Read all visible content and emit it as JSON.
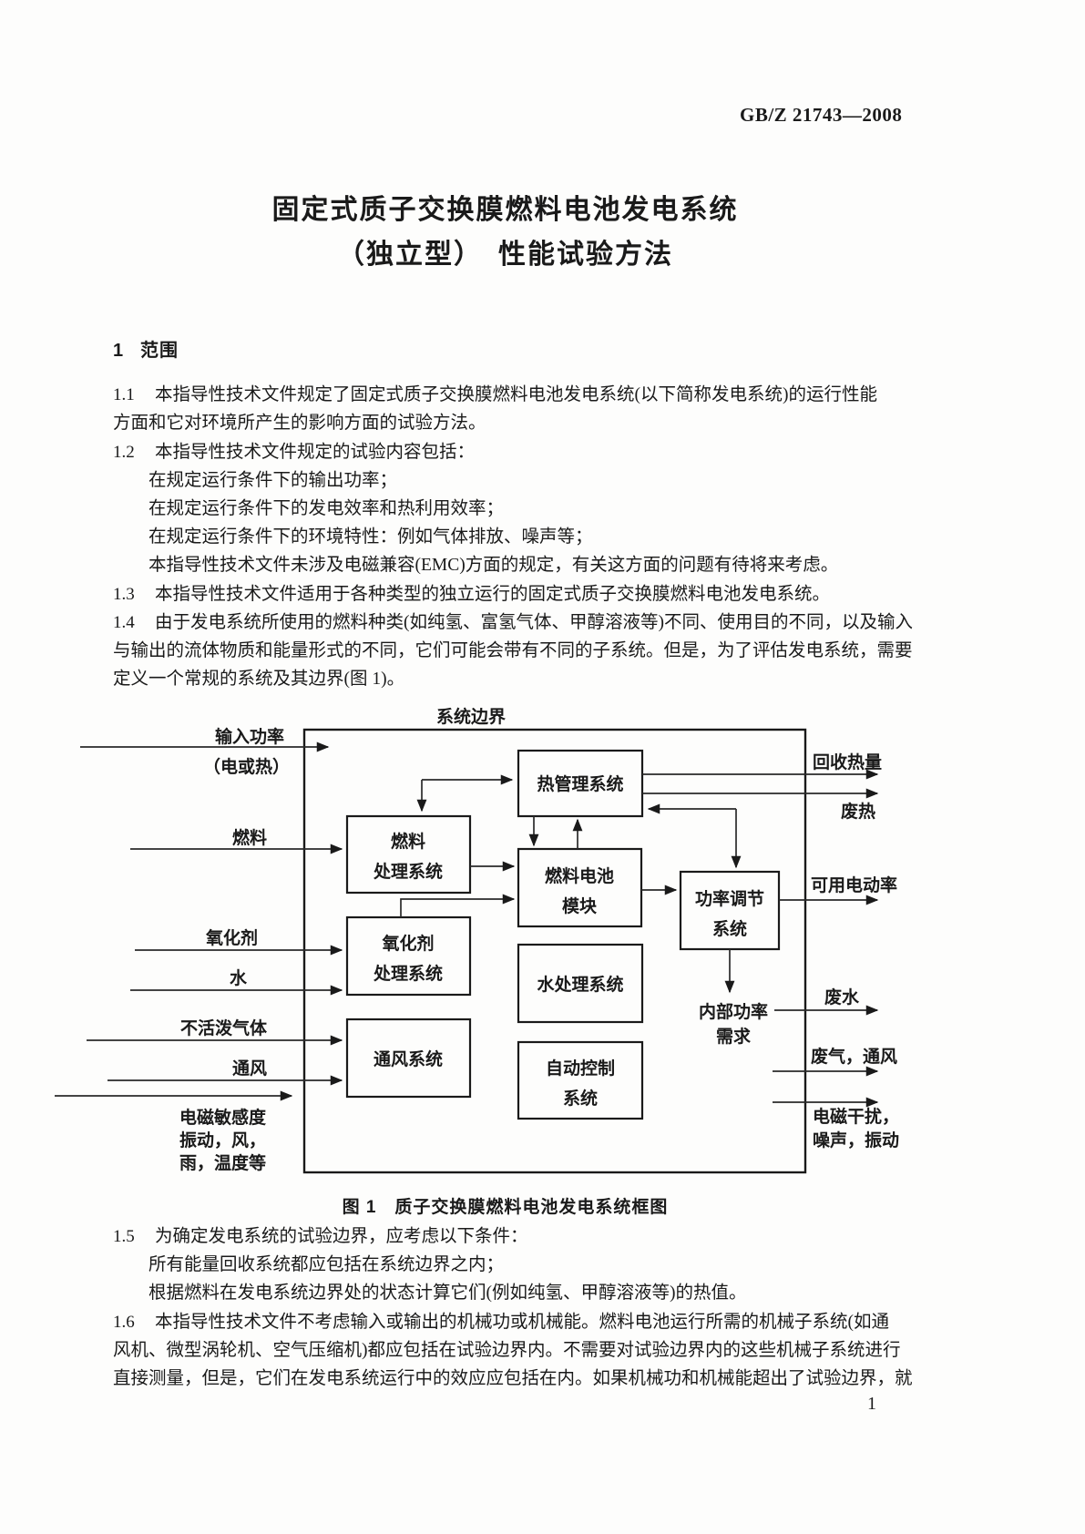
{
  "doc": {
    "code": "GB/Z 21743—2008",
    "title_line1": "固定式质子交换膜燃料电池发电系统",
    "title_line2": "（独立型）　性能试验方法",
    "page_number": "1"
  },
  "section1": {
    "num": "1",
    "title": "范围",
    "lines": [
      {
        "num": "1.1",
        "text": "本指导性技术文件规定了固定式质子交换膜燃料电池发电系统(以下简称发电系统)的运行性能"
      },
      {
        "text": "方面和它对环境所产生的影响方面的试验方法。"
      },
      {
        "num": "1.2",
        "text": "本指导性技术文件规定的试验内容包括："
      },
      {
        "text": "在规定运行条件下的输出功率；"
      },
      {
        "text": "在规定运行条件下的发电效率和热利用效率；"
      },
      {
        "text": "在规定运行条件下的环境特性：例如气体排放、噪声等；"
      },
      {
        "text": "本指导性技术文件未涉及电磁兼容(EMC)方面的规定，有关这方面的问题有待将来考虑。"
      },
      {
        "num": "1.3",
        "text": "本指导性技术文件适用于各种类型的独立运行的固定式质子交换膜燃料电池发电系统。"
      },
      {
        "num": "1.4",
        "text": "由于发电系统所使用的燃料种类(如纯氢、富氢气体、甲醇溶液等)不同、使用目的不同，以及输入"
      },
      {
        "text": "与输出的流体物质和能量形式的不同，它们可能会带有不同的子系统。但是，为了评估发电系统，需要"
      },
      {
        "text": "定义一个常规的系统及其边界(图 1)。"
      }
    ]
  },
  "figure": {
    "caption": "图 1　质子交换膜燃料电池发电系统框图",
    "boundary_label": "系统边界",
    "boxes": {
      "fuel_processing": {
        "l1": "燃料",
        "l2": "处理系统"
      },
      "oxidant_processing": {
        "l1": "氧化剂",
        "l2": "处理系统"
      },
      "ventilation": {
        "l1": "通风系统"
      },
      "thermal": {
        "l1": "热管理系统"
      },
      "fuel_cell": {
        "l1": "燃料电池",
        "l2": "模块"
      },
      "water_treatment": {
        "l1": "水处理系统"
      },
      "auto_control": {
        "l1": "自动控制",
        "l2": "系统"
      },
      "power_conditioning": {
        "l1": "功率调节",
        "l2": "系统"
      }
    },
    "labels": {
      "input_power_1": "输入功率",
      "input_power_2": "（电或热）",
      "fuel": "燃料",
      "oxidant": "氧化剂",
      "water": "水",
      "inert_gas": "不活泼气体",
      "vent": "通风",
      "em_sens_1": "电磁敏感度",
      "em_sens_2": "振动，风，",
      "em_sens_3": "雨，温度等",
      "recovered_heat": "回收热量",
      "waste_heat": "废热",
      "available_power": "可用电动率",
      "waste_water": "废水",
      "exhaust_vent": "废气，通风",
      "emi_1": "电磁干扰，",
      "emi_2": "噪声，振动",
      "internal_power_1": "内部功率",
      "internal_power_2": "需求"
    }
  },
  "section1b": {
    "lines": [
      {
        "num": "1.5",
        "text": "为确定发电系统的试验边界，应考虑以下条件："
      },
      {
        "text": "所有能量回收系统都应包括在系统边界之内；"
      },
      {
        "text": "根据燃料在发电系统边界处的状态计算它们(例如纯氢、甲醇溶液等)的热值。"
      },
      {
        "num": "1.6",
        "text": "本指导性技术文件不考虑输入或输出的机械功或机械能。燃料电池运行所需的机械子系统(如通"
      },
      {
        "text": "风机、微型涡轮机、空气压缩机)都应包括在试验边界内。不需要对试验边界内的这些机械子系统进行"
      },
      {
        "text": "直接测量，但是，它们在发电系统运行中的效应应包括在内。如果机械功和机械能超出了试验边界，就"
      }
    ]
  }
}
